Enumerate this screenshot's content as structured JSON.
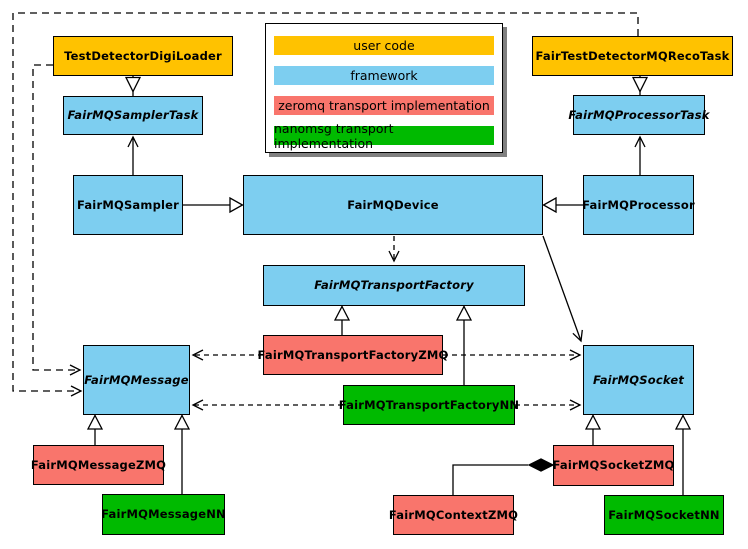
{
  "colors": {
    "user_code": "#FFC200",
    "framework": "#7DCEF0",
    "zeromq_impl": "#F9756C",
    "nanomsg_impl": "#00BA00",
    "line": "#000000",
    "legend_shadow": "#808080"
  },
  "legend": {
    "items": [
      {
        "label": "user code",
        "category": "user_code"
      },
      {
        "label": "framework",
        "category": "framework"
      },
      {
        "label": "zeromq transport implementation",
        "category": "zeromq_impl"
      },
      {
        "label": "nanomsg transport implementation",
        "category": "nanomsg_impl"
      }
    ]
  },
  "nodes": {
    "digiloader": {
      "label": "TestDetectorDigiLoader",
      "category": "user_code",
      "abstract": false
    },
    "recotask": {
      "label": "FairTestDetectorMQRecoTask",
      "category": "user_code",
      "abstract": false
    },
    "samplertask": {
      "label": "FairMQSamplerTask",
      "category": "framework",
      "abstract": true
    },
    "processortask": {
      "label": "FairMQProcessorTask",
      "category": "framework",
      "abstract": true
    },
    "sampler": {
      "label": "FairMQSampler",
      "category": "framework",
      "abstract": false
    },
    "device": {
      "label": "FairMQDevice",
      "category": "framework",
      "abstract": false
    },
    "processor": {
      "label": "FairMQProcessor",
      "category": "framework",
      "abstract": false
    },
    "factory": {
      "label": "FairMQTransportFactory",
      "category": "framework",
      "abstract": true
    },
    "factoryzmq": {
      "label": "FairMQTransportFactoryZMQ",
      "category": "zeromq_impl",
      "abstract": false
    },
    "factorynn": {
      "label": "FairMQTransportFactoryNN",
      "category": "nanomsg_impl",
      "abstract": false
    },
    "message": {
      "label": "FairMQMessage",
      "category": "framework",
      "abstract": true
    },
    "socket": {
      "label": "FairMQSocket",
      "category": "framework",
      "abstract": true
    },
    "messagezmq": {
      "label": "FairMQMessageZMQ",
      "category": "zeromq_impl",
      "abstract": false
    },
    "messagenn": {
      "label": "FairMQMessageNN",
      "category": "nanomsg_impl",
      "abstract": false
    },
    "socketzmq": {
      "label": "FairMQSocketZMQ",
      "category": "zeromq_impl",
      "abstract": false
    },
    "contextzmq": {
      "label": "FairMQContextZMQ",
      "category": "zeromq_impl",
      "abstract": false
    },
    "socketnn": {
      "label": "FairMQSocketNN",
      "category": "nanomsg_impl",
      "abstract": false
    }
  },
  "relations": [
    {
      "from": "TestDetectorDigiLoader",
      "to": "FairMQSamplerTask",
      "kind": "inheritance"
    },
    {
      "from": "FairTestDetectorMQRecoTask",
      "to": "FairMQProcessorTask",
      "kind": "inheritance"
    },
    {
      "from": "FairMQSampler",
      "to": "FairMQSamplerTask",
      "kind": "association"
    },
    {
      "from": "FairMQProcessor",
      "to": "FairMQProcessorTask",
      "kind": "association"
    },
    {
      "from": "FairMQSampler",
      "to": "FairMQDevice",
      "kind": "inheritance"
    },
    {
      "from": "FairMQProcessor",
      "to": "FairMQDevice",
      "kind": "inheritance"
    },
    {
      "from": "FairMQDevice",
      "to": "FairMQTransportFactory",
      "kind": "dependency"
    },
    {
      "from": "FairMQDevice",
      "to": "FairMQSocket",
      "kind": "association"
    },
    {
      "from": "FairMQTransportFactoryZMQ",
      "to": "FairMQTransportFactory",
      "kind": "inheritance"
    },
    {
      "from": "FairMQTransportFactoryNN",
      "to": "FairMQTransportFactory",
      "kind": "inheritance"
    },
    {
      "from": "FairMQTransportFactoryZMQ",
      "to": "FairMQMessage",
      "kind": "dependency"
    },
    {
      "from": "FairMQTransportFactoryZMQ",
      "to": "FairMQSocket",
      "kind": "dependency"
    },
    {
      "from": "FairMQTransportFactoryNN",
      "to": "FairMQMessage",
      "kind": "dependency"
    },
    {
      "from": "FairMQTransportFactoryNN",
      "to": "FairMQSocket",
      "kind": "dependency"
    },
    {
      "from": "TestDetectorDigiLoader",
      "to": "FairMQMessage",
      "kind": "dependency"
    },
    {
      "from": "FairTestDetectorMQRecoTask",
      "to": "FairMQMessage",
      "kind": "dependency"
    },
    {
      "from": "FairMQMessageZMQ",
      "to": "FairMQMessage",
      "kind": "inheritance"
    },
    {
      "from": "FairMQMessageNN",
      "to": "FairMQMessage",
      "kind": "inheritance"
    },
    {
      "from": "FairMQSocketZMQ",
      "to": "FairMQSocket",
      "kind": "inheritance"
    },
    {
      "from": "FairMQSocketNN",
      "to": "FairMQSocket",
      "kind": "inheritance"
    },
    {
      "from": "FairMQContextZMQ",
      "to": "FairMQSocketZMQ",
      "kind": "composition"
    }
  ]
}
